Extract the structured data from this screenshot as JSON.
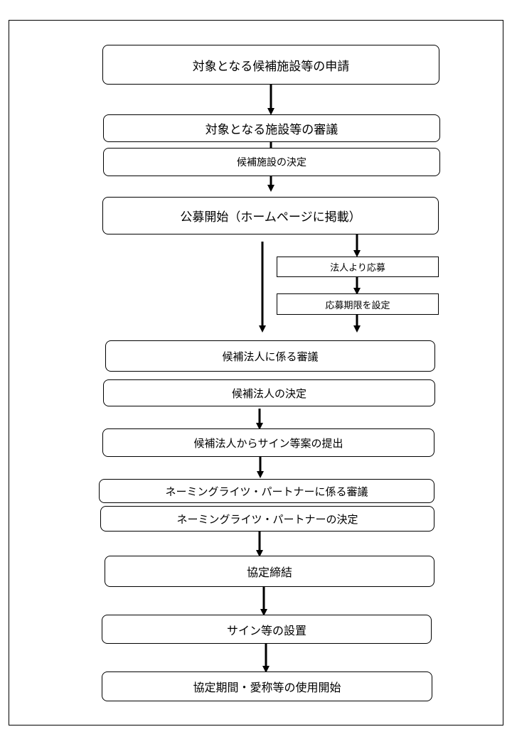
{
  "steps": {
    "s1": "対象となる候補施設等の申請",
    "s2": "対象となる施設等の審議",
    "s3": "候補施設の決定",
    "s4": "公募開始（ホームページに掲載）",
    "s4a": "法人より応募",
    "s4b": "応募期限を設定",
    "s5": "候補法人に係る審議",
    "s6": "候補法人の決定",
    "s7": "候補法人からサイン等案の提出",
    "s8": "ネーミングライツ・パートナーに係る審議",
    "s9": "ネーミングライツ・パートナーの決定",
    "s10": "協定締結",
    "s11": "サイン等の設置",
    "s12": "協定期間・愛称等の使用開始"
  }
}
